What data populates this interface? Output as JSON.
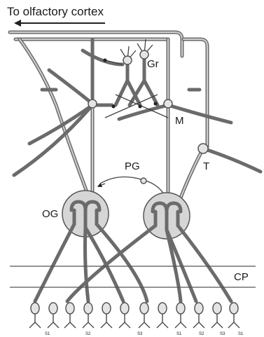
{
  "labels": {
    "arrow_text": "To olfactory cortex",
    "granule": "Gr",
    "mitral": "M",
    "tufted": "T",
    "periglomerular": "PG",
    "glomerulus": "OG",
    "cribriform_plate": "CP",
    "receptor_tags": [
      "S1",
      "S2",
      "S3",
      "S1",
      "S2",
      "S3",
      "S1"
    ]
  }
}
